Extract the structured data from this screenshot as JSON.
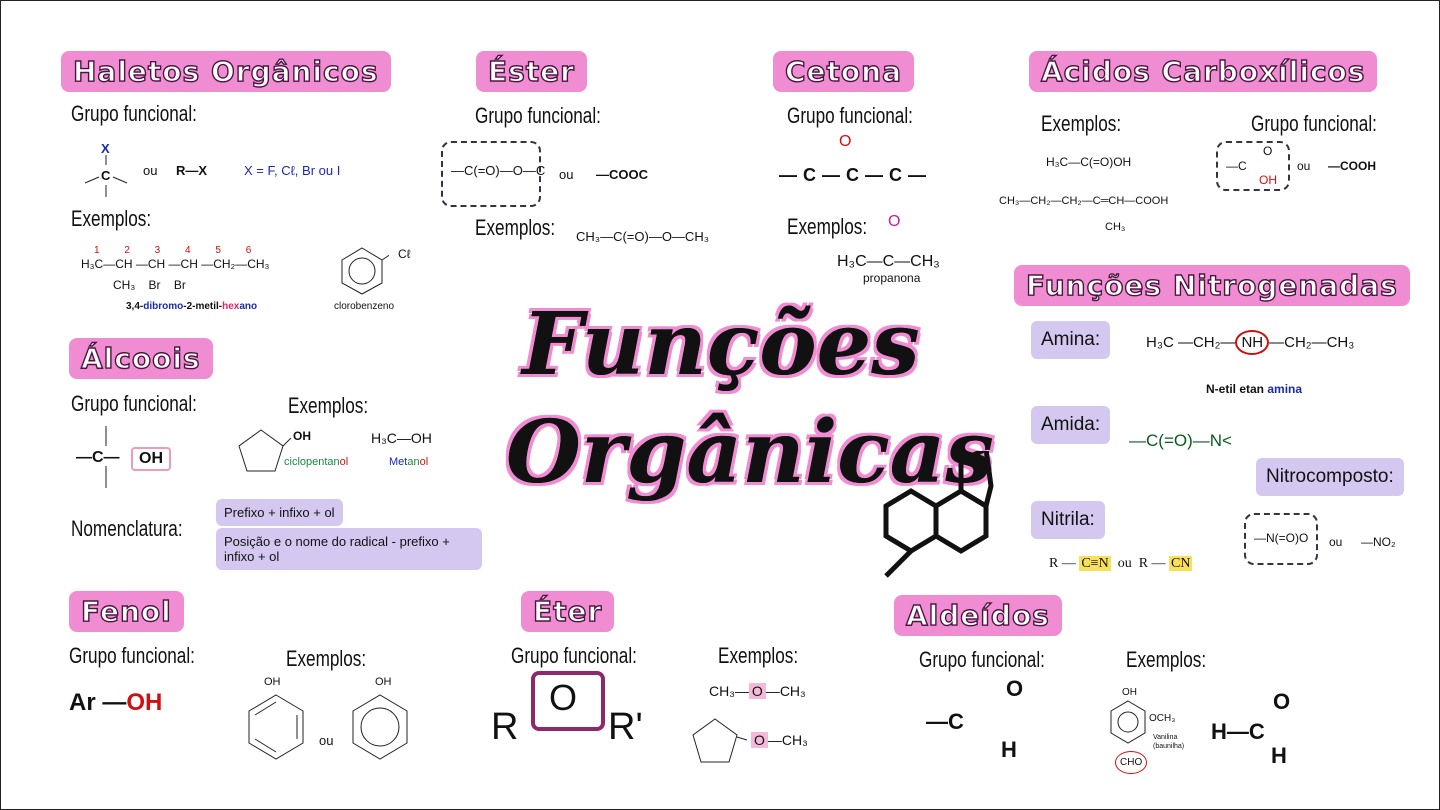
{
  "title_line1": "Funções",
  "title_line2": "Orgânicas",
  "haletos": {
    "title": "Haletos Orgânicos",
    "group_label": "Grupo funcional:",
    "group_atom": "X",
    "group_center": "C",
    "ou": "ou",
    "rx": "R—X",
    "x_def": "X = F, Cℓ, Br ou I",
    "examples_label": "Exemplos:",
    "example1_numbers": "1 2 3 4 5 6",
    "example1_main": "H₃C—CH —CH —CH —CH₂—CH₃",
    "example1_subs": "CH₃   Br   Br",
    "example1_name_a": "3,4-",
    "example1_name_b": "dibromo",
    "example1_name_c": "-2-metil-",
    "example1_name_d": "hex",
    "example1_name_e": "ano",
    "example2_atom": "Cℓ",
    "example2_name": "clorobenzeno"
  },
  "ester": {
    "title": "Éster",
    "group_label": "Grupo funcional:",
    "group_formula": "—C(=O)—O—C",
    "ou": "ou",
    "alt": "—COOC",
    "examples_label": "Exemplos:",
    "example": "CH₃—C(=O)—O—CH₃"
  },
  "cetona": {
    "title": "Cetona",
    "group_label": "Grupo funcional:",
    "group_formula": "—C—C—C—",
    "group_o": "O",
    "examples_label": "Exemplos:",
    "example": "H₃C—C—CH₃",
    "example_o": "O",
    "example_name": "propanona"
  },
  "acidos": {
    "title": "Ácidos Carboxílicos",
    "examples_label": "Exemplos:",
    "example1": "H₃C—C(=O)OH",
    "example2": "CH₃—CH₂—CH₂—C═CH—COOH",
    "example2_sub": "CH₃",
    "group_label": "Grupo funcional:",
    "group_o": "O",
    "group_oh": "OH",
    "ou": "ou",
    "alt": "—COOH"
  },
  "nitrogenadas": {
    "title": "Funções Nitrogenadas",
    "amina_label": "Amina:",
    "amina_formula_a": "H₃C —CH₂—",
    "amina_nh": "NH",
    "amina_formula_b": "—CH₂—CH₃",
    "amina_name_a": "N-etil etan ",
    "amina_name_b": "amina",
    "amida_label": "Amida:",
    "amida_formula": "—C(=O)—N<",
    "nitrocomposto_label": "Nitrocomposto:",
    "nitro_formula": "—N(=O)O",
    "nitro_ou": "ou",
    "nitro_alt": "—NO₂",
    "nitrila_label": "Nitrila:",
    "nitrila_r": "R —",
    "nitrila_cn3": "C≡N",
    "nitrila_ou": "ou",
    "nitrila_cn": "CN"
  },
  "alcoois": {
    "title": "Álcoois",
    "group_label": "Grupo funcional:",
    "group_c": "—C—",
    "group_oh": "OH",
    "examples_label": "Exemplos:",
    "example1_oh": "OH",
    "example1_name_a": "ciclopentan",
    "example1_name_b": "ol",
    "example2": "H₃C—OH",
    "example2_name_a": "Met",
    "example2_name_b": "an",
    "example2_name_c": "ol",
    "nomenclatura_label": "Nomenclatura:",
    "rule1": "Prefixo + infixo + ol",
    "rule2": "Posição e o nome do radical - prefixo + infixo + ol"
  },
  "fenol": {
    "title": "Fenol",
    "group_label": "Grupo funcional:",
    "ar": "Ar —",
    "oh": "OH",
    "examples_label": "Exemplos:",
    "ex_oh": "OH",
    "ou": "ou"
  },
  "eter": {
    "title": "Éter",
    "group_label": "Grupo funcional:",
    "r": "R",
    "o": "O",
    "r2": "R'",
    "examples_label": "Exemplos:",
    "example1_a": "CH₃—",
    "example1_o": "O",
    "example1_b": "—CH₃",
    "example2_o": "O",
    "example2_b": "—CH₃"
  },
  "aldeidos": {
    "title": "Aldeídos",
    "group_label": "Grupo funcional:",
    "group_c": "—C",
    "group_o": "O",
    "group_h": "H",
    "examples_label": "Exemplos:",
    "vanilina_oh": "OH",
    "vanilina_och3": "OCH₃",
    "vanilina_name": "Vanilina",
    "vanilina_sub": "(baunilha)",
    "vanilina_cho": "CHO",
    "form_hc": "H—C",
    "form_o": "O",
    "form_h": "H"
  },
  "colors": {
    "tag_pink": "#f08cd2",
    "lavender": "#d5c8f0",
    "highlight_yellow": "#f7e15a"
  }
}
